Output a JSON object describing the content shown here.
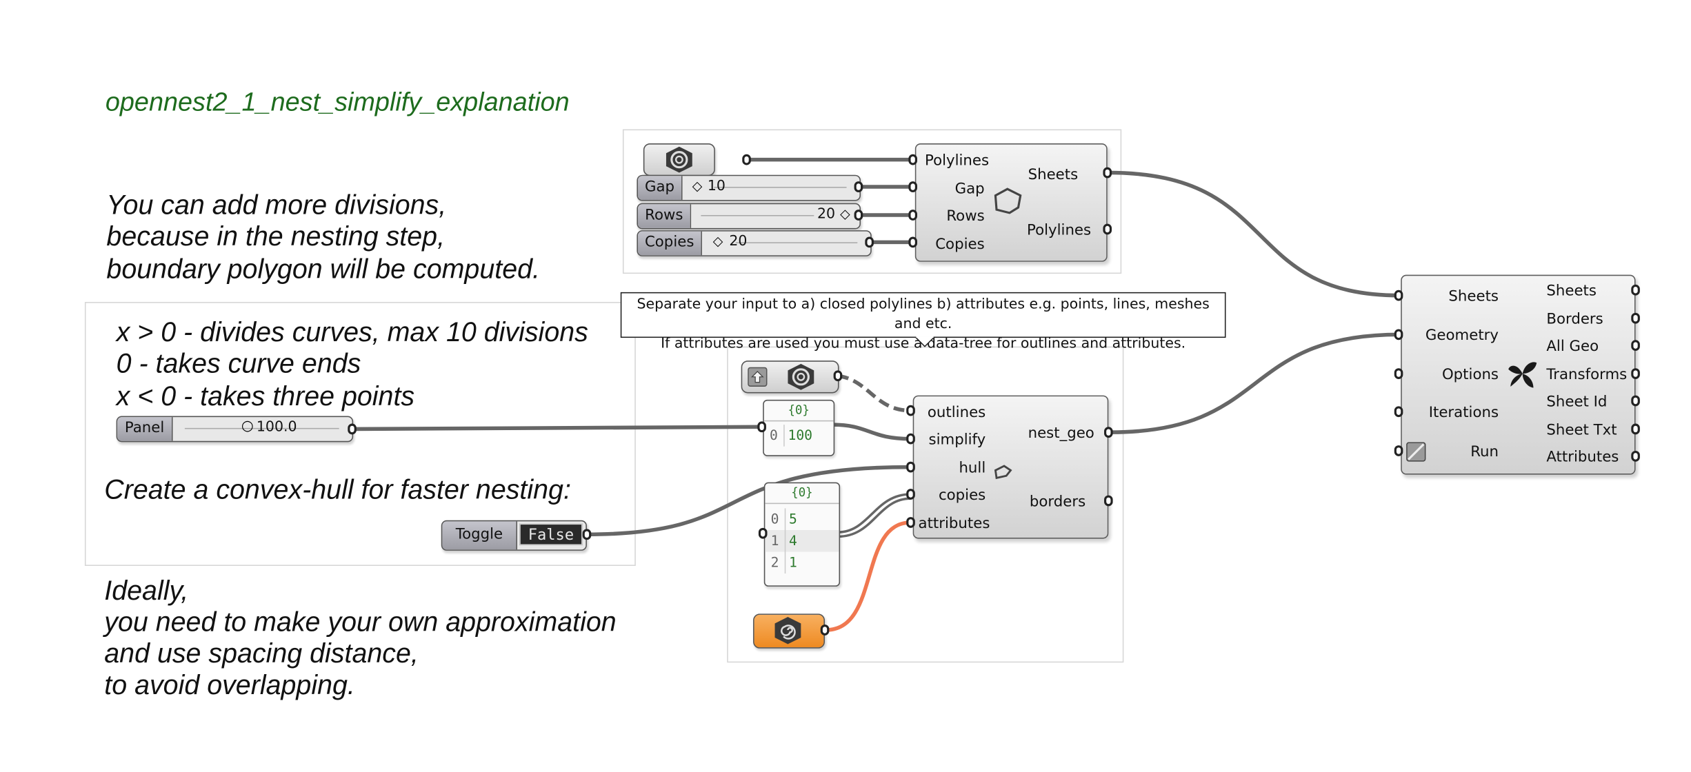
{
  "notes": {
    "title": "opennest2_1_nest_simplify_explanation",
    "divisions": [
      "You can add more divisions,",
      "because in the nesting step,",
      "boundary polygon will be computed."
    ],
    "simplify_rules": [
      "x > 0 - divides curves, max 10 divisions",
      "0 - takes curve ends",
      "x < 0 - takes three points"
    ],
    "hull": "Create a convex-hull for faster nesting:",
    "ideally": [
      "Ideally,",
      "you need to make your own approximation",
      "and use spacing distance,",
      "to avoid overlapping."
    ]
  },
  "sheets_component": {
    "inputs": [
      "Polylines",
      "Gap",
      "Rows",
      "Copies"
    ],
    "outputs": [
      "Sheets",
      "Polylines"
    ]
  },
  "sliders": {
    "gap": {
      "label": "Gap",
      "value": "10"
    },
    "rows": {
      "label": "Rows",
      "value": "20"
    },
    "copies": {
      "label": "Copies",
      "value": "20"
    },
    "panel": {
      "label": "Panel",
      "value": "100.0"
    }
  },
  "tooltip": {
    "lines": [
      "Separate your input to a) closed polylines b) attributes e.g. points, lines, meshes and etc.",
      "If attributes are used you must use a data-tree for outlines and attributes."
    ]
  },
  "simplify_component": {
    "inputs": [
      "outlines",
      "simplify",
      "hull",
      "copies",
      "attributes"
    ],
    "outputs": [
      "nest_geo",
      "borders"
    ]
  },
  "panel_simplify": {
    "header": "{0}",
    "rows": [
      {
        "index": "0",
        "value": "100"
      }
    ]
  },
  "panel_copies": {
    "header": "{0}",
    "rows": [
      {
        "index": "0",
        "value": "5"
      },
      {
        "index": "1",
        "value": "4"
      },
      {
        "index": "2",
        "value": "1"
      }
    ]
  },
  "toggle": {
    "label": "Toggle",
    "value": "False"
  },
  "nest_component": {
    "inputs": [
      "Sheets",
      "Geometry",
      "Options",
      "Iterations",
      "Run"
    ],
    "outputs": [
      "Sheets",
      "Borders",
      "All Geo",
      "Transforms",
      "Sheet Id",
      "Sheet Txt",
      "Attributes"
    ]
  },
  "colors": {
    "wire": "#666666",
    "attribute_wire": "#f07850",
    "title": "#1d6b1d",
    "data_green": "#2d7a2d",
    "orange": "#f29a2e"
  },
  "icons": [
    "geometry-param-icon",
    "closed-curve-icon",
    "upload-icon",
    "nest-leaf-icon",
    "button-checkbox-icon",
    "spiral-param-icon"
  ]
}
